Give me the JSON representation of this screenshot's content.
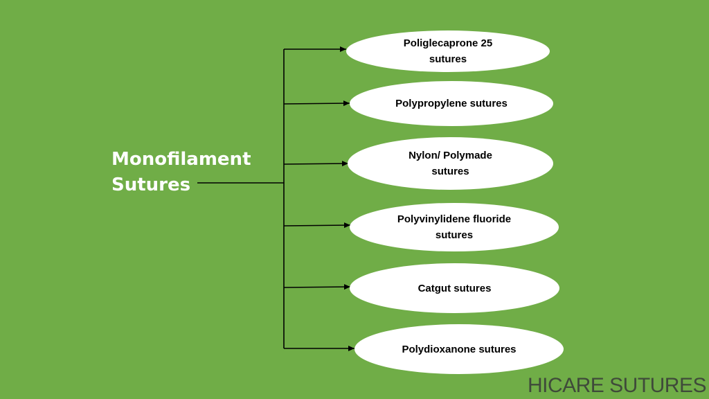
{
  "root": {
    "line1": "Monofilament",
    "line2": "Sutures"
  },
  "nodes": [
    {
      "line1": "Poliglecaprone 25",
      "line2": "sutures"
    },
    {
      "line1": "Polypropylene sutures",
      "line2": ""
    },
    {
      "line1": "Nylon/ Polymade",
      "line2": "sutures"
    },
    {
      "line1": "Polyvinylidene fluoride",
      "line2": "sutures"
    },
    {
      "line1": "Catgut sutures",
      "line2": ""
    },
    {
      "line1": "Polydioxanone sutures",
      "line2": ""
    }
  ],
  "watermark": "HICARE SUTURES",
  "colors": {
    "background": "#70ad47",
    "node_fill": "#ffffff",
    "connector": "#000000",
    "root_text": "#ffffff"
  }
}
